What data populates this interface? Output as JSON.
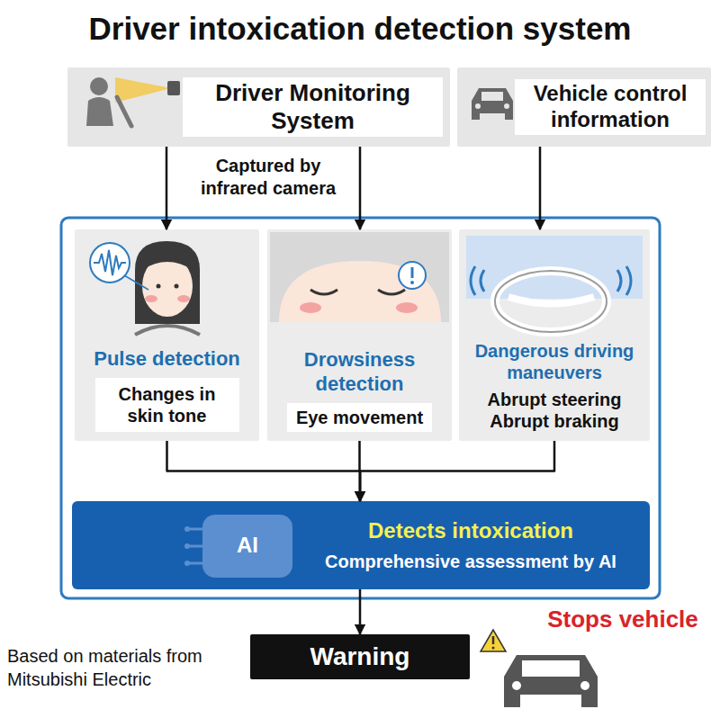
{
  "diagram": {
    "title": "Driver intoxication detection system",
    "caption": "Based on materials from Mitsubishi Electric",
    "nodes": [
      {
        "text": [
          "Driver Monitoring System"
        ]
      },
      {
        "text": [
          "Vehicle control information"
        ]
      },
      {
        "text": [
          "Pulse detection",
          "Changes in skin tone"
        ]
      },
      {
        "text": [
          "Drowsiness detection",
          "Eye movement"
        ]
      },
      {
        "text": [
          "Dangerous driving maneuvers",
          "Abrupt steering Abrupt braking"
        ]
      },
      {
        "text": [
          "Detects intoxication",
          "Comprehensive assessment by AI"
        ]
      },
      {
        "text": [
          "Warning"
        ]
      }
    ],
    "edges": [
      {
        "from": 0,
        "to": 2,
        "arrow": "to"
      },
      {
        "from": 0,
        "to": 3,
        "arrow": "to"
      },
      {
        "from": 1,
        "to": 4,
        "arrow": "to"
      },
      {
        "from": 2,
        "to": 5,
        "arrow": "to"
      },
      {
        "from": 3,
        "to": 5,
        "arrow": "to"
      },
      {
        "from": 4,
        "to": 5,
        "arrow": "to"
      },
      {
        "from": 5,
        "to": 6,
        "arrow": "to"
      }
    ],
    "labels": [
      "Captured by infrared camera",
      "AI",
      "Stops vehicle"
    ]
  }
}
